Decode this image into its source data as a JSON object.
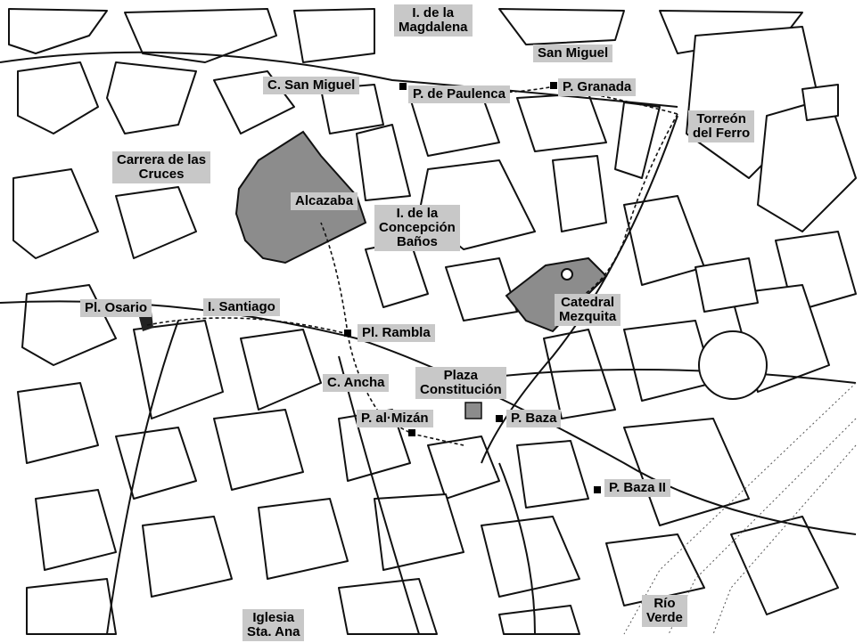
{
  "map": {
    "labels": {
      "magdalena": "I. de la\nMagdalena",
      "san_miguel": "San Miguel",
      "c_san_miguel": "C. San Miguel",
      "paulenca": "P. de Paulenca",
      "granada": "P. Granada",
      "torreon": "Torreón\ndel Ferro",
      "carrera": "Carrera de las\nCruces",
      "alcazaba": "Alcazaba",
      "concepcion": "I. de la\nConcepción\nBaños",
      "catedral": "Catedral\nMezquita",
      "osario": "Pl. Osario",
      "santiago": "I. Santiago",
      "rambla": "Pl. Rambla",
      "c_ancha": "C. Ancha",
      "plaza_constitucion": "Plaza\nConstitución",
      "al_mizan": "P. al·Mizán",
      "baza": "P. Baza",
      "baza_ii": "P. Baza II",
      "rio_verde": "Río\nVerde",
      "iglesia": "Iglesia\nSta. Ana"
    }
  }
}
